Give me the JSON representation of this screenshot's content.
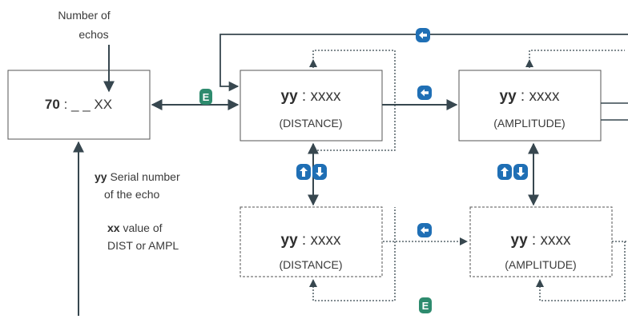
{
  "annotation_top": [
    "Number of",
    "echos"
  ],
  "start_box": {
    "value": "70",
    "sep": " : ",
    "suffix": "_ _ XX"
  },
  "boxes": {
    "dist_top": {
      "code": "yy",
      "sep": " : ",
      "value": "xxxx",
      "label": "(DISTANCE)"
    },
    "ampl_top": {
      "code": "yy",
      "sep": " : ",
      "value": "xxxx",
      "label": "(AMPLITUDE)"
    },
    "dist_bot": {
      "code": "yy",
      "sep": " : ",
      "value": "xxxx",
      "label": "(DISTANCE)"
    },
    "ampl_bot": {
      "code": "yy",
      "sep": " : ",
      "value": "xxxx",
      "label": "(AMPLITUDE)"
    }
  },
  "legend": {
    "yy_code": "yy",
    "yy_text_1": "Serial number",
    "yy_text_2": "of the echo",
    "xx_code": "xx",
    "xx_text_1": "value of",
    "xx_text_2": "DIST or AMPL"
  },
  "keys": {
    "enter": "E",
    "back_icon": "back-arrow-icon",
    "up_icon": "up-arrow-icon",
    "down_icon": "down-arrow-icon"
  },
  "colors": {
    "line": "#37474f",
    "box_border": "#555555",
    "key_blue": "#1f6fb5",
    "key_green": "#2e8b6e"
  }
}
